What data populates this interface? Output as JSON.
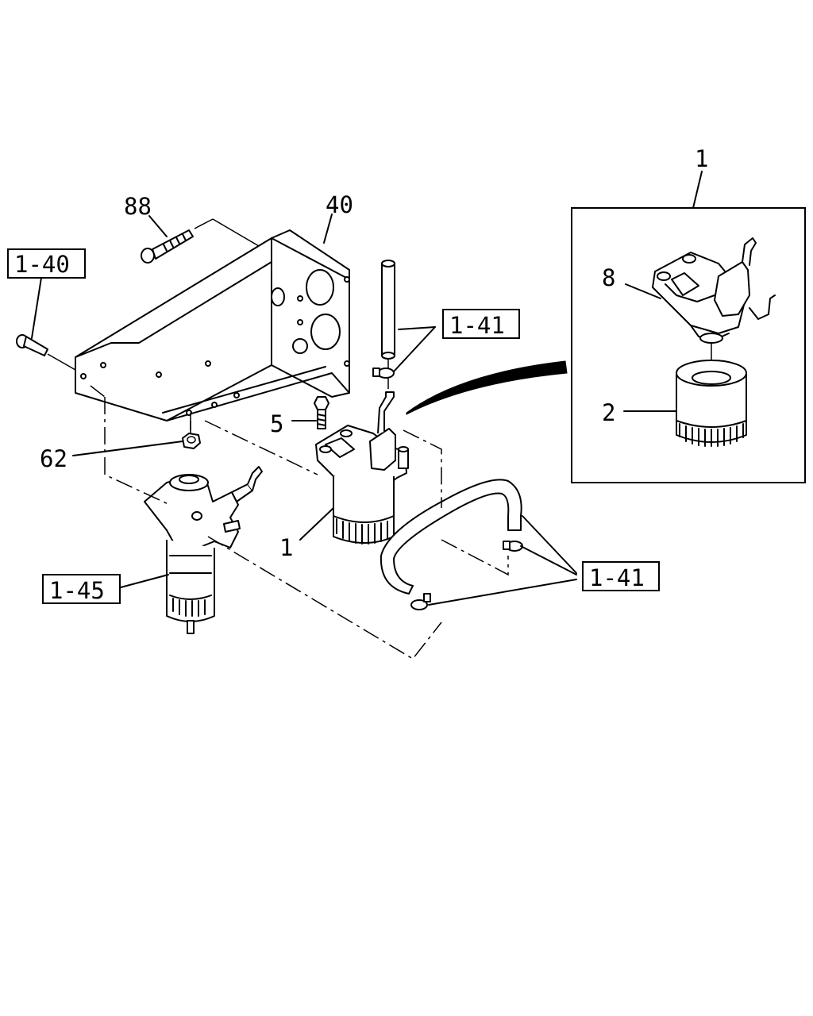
{
  "labels": {
    "assembly": "1",
    "head": "8",
    "element": "2",
    "bolt_top": "88",
    "bracket": "40",
    "bolt_small": "5",
    "nut": "62",
    "filter_main": "1"
  },
  "references": {
    "ref_bolt_left": "1-40",
    "ref_hose_upper": "1-41",
    "ref_hose_lower": "1-41",
    "ref_separator": "1-45"
  }
}
